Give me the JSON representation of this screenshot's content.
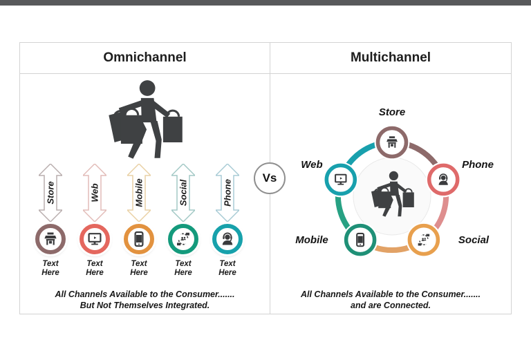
{
  "slide": {
    "accent_bar_color": "#58595b",
    "vs_label": "Vs"
  },
  "left_panel": {
    "title": "Omnichannel",
    "person_icon": "shopper-with-bags-icon",
    "channels": [
      {
        "label": "Store",
        "icon": "store-icon",
        "arrow_color": "#b9aeae",
        "ring_color": "#8d6a6a",
        "text": "Text Here"
      },
      {
        "label": "Web",
        "icon": "monitor-icon",
        "arrow_color": "#e2bcb8",
        "ring_color": "#e4675e",
        "text": "Text Here"
      },
      {
        "label": "Mobile",
        "icon": "smartphone-icon",
        "arrow_color": "#e9d1a5",
        "ring_color": "#e2923f",
        "text": "Text Here"
      },
      {
        "label": "Social",
        "icon": "social-network-icon",
        "arrow_color": "#a2c8c5",
        "ring_color": "#149a7c",
        "text": "Text Here"
      },
      {
        "label": "Phone",
        "icon": "headset-agent-icon",
        "arrow_color": "#a8cbd5",
        "ring_color": "#17a1ab",
        "text": "Text Here"
      }
    ],
    "caption_line1": "All Channels Available to the Consumer.......",
    "caption_line2": "But Not Themselves Integrated."
  },
  "right_panel": {
    "title": "Multichannel",
    "person_icon": "shopper-with-bags-icon",
    "nodes": [
      {
        "label": "Store",
        "icon": "store-icon",
        "ring_color": "#8d6a6a"
      },
      {
        "label": "Phone",
        "icon": "headset-agent-icon",
        "ring_color": "#df6a6a"
      },
      {
        "label": "Social",
        "icon": "social-network-icon",
        "ring_color": "#e8a04e"
      },
      {
        "label": "Mobile",
        "icon": "smartphone-icon",
        "ring_color": "#1f9077"
      },
      {
        "label": "Web",
        "icon": "monitor-icon",
        "ring_color": "#18a0ad"
      }
    ],
    "arcs": [
      {
        "from": "Web",
        "to": "Store",
        "color": "#18a0ad"
      },
      {
        "from": "Store",
        "to": "Phone",
        "color": "#8d6a6a"
      },
      {
        "from": "Phone",
        "to": "Social",
        "color": "#de8e8e"
      },
      {
        "from": "Social",
        "to": "Mobile",
        "color": "#e2a266"
      },
      {
        "from": "Mobile",
        "to": "Web",
        "color": "#27a183"
      }
    ],
    "caption_line1": "All Channels Available to the Consumer.......",
    "caption_line2": "and are Connected."
  }
}
